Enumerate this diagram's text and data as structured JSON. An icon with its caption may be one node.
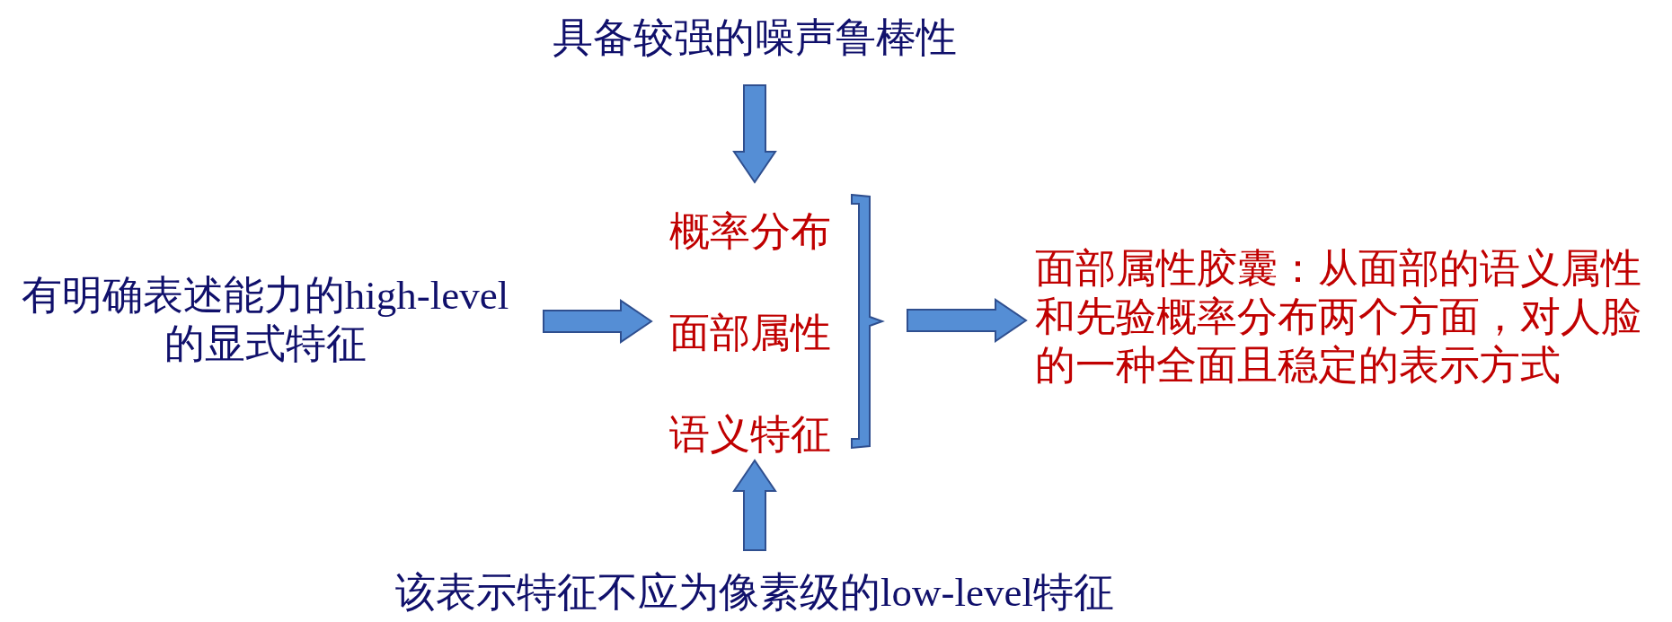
{
  "diagram": {
    "nodes": [
      {
        "text": [
          "具备较强的噪声鲁棒性"
        ]
      },
      {
        "text": [
          "有明确表述能力的high-level的显式特征"
        ]
      },
      {
        "text": [
          "概率分布",
          "面部属性",
          "语义特征"
        ]
      },
      {
        "text": [
          "面部属性胶囊：从面部的语义属性和先验概率分布两个方面，对人脸的一种全面且稳定的表示方式"
        ]
      },
      {
        "text": [
          "该表示特征不应为像素级的low-level特征"
        ]
      }
    ],
    "edges": [
      {
        "from": 0,
        "to": 2,
        "arrow": "to"
      },
      {
        "from": 1,
        "to": 2,
        "arrow": "to"
      },
      {
        "from": 4,
        "to": 2,
        "arrow": "to"
      },
      {
        "from": 2,
        "to": 3,
        "arrow": "to"
      }
    ]
  }
}
